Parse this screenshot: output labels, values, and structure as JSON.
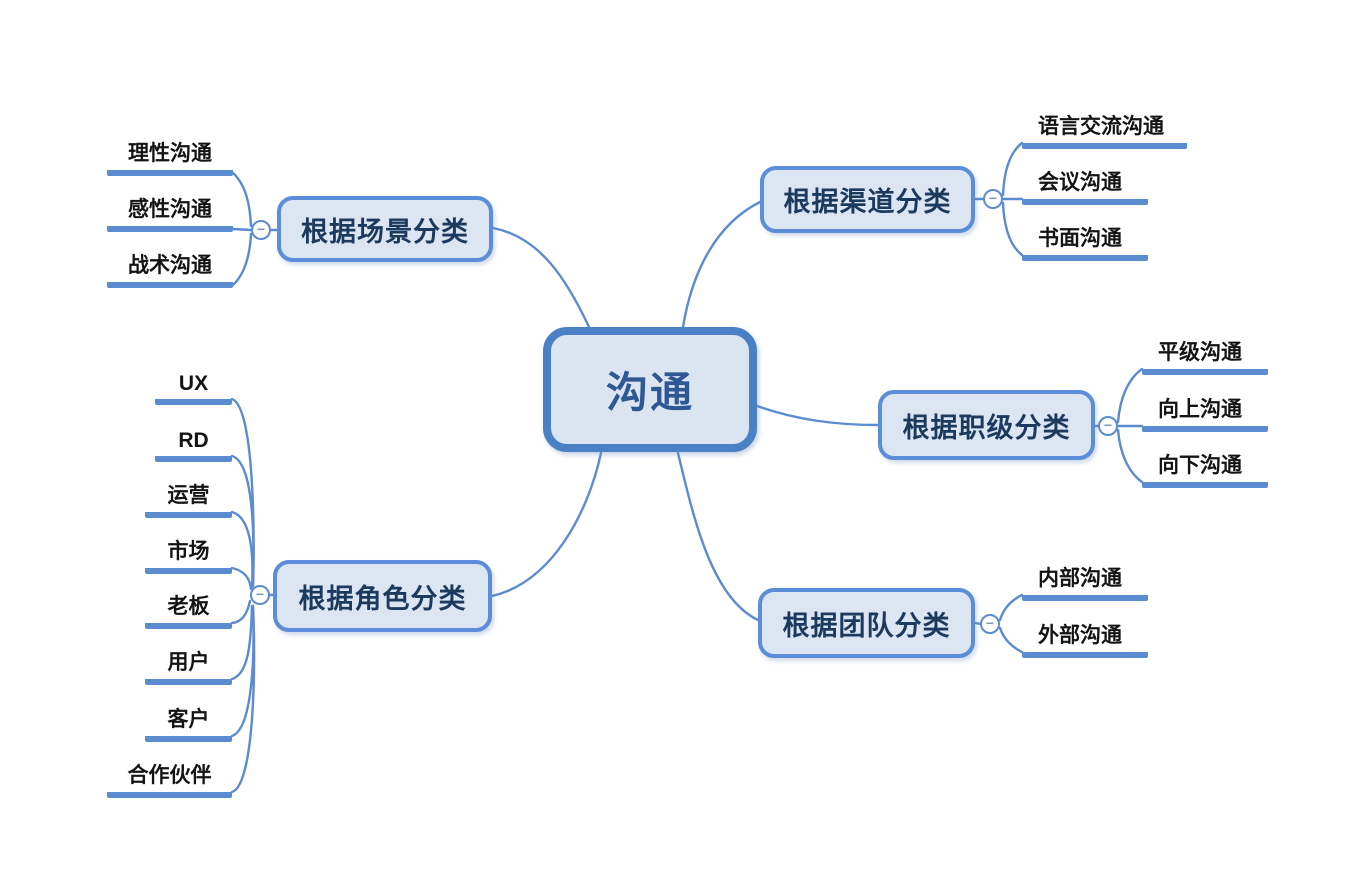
{
  "root": {
    "label": "沟通"
  },
  "branches": [
    {
      "label": "根据场景分类",
      "children": [
        "理性沟通",
        "感性沟通",
        "战术沟通"
      ]
    },
    {
      "label": "根据渠道分类",
      "children": [
        "语言交流沟通",
        "会议沟通",
        "书面沟通"
      ]
    },
    {
      "label": "根据职级分类",
      "children": [
        "平级沟通",
        "向上沟通",
        "向下沟通"
      ]
    },
    {
      "label": "根据团队分类",
      "children": [
        "内部沟通",
        "外部沟通"
      ]
    },
    {
      "label": "根据角色分类",
      "children": [
        "UX",
        "RD",
        "运营",
        "市场",
        "老板",
        "用户",
        "客户",
        "合作伙伴"
      ]
    }
  ],
  "toggle_symbol": "−",
  "colors": {
    "connector_blue": "#5b8bd0",
    "branch_border": "#5b8dd9",
    "root_border": "#4a80c4",
    "node_fill": "#dce6f2",
    "root_text": "#2d5893",
    "branch_text": "#1c3a5e",
    "leaf_text": "#141414",
    "background": "#ffffff"
  }
}
